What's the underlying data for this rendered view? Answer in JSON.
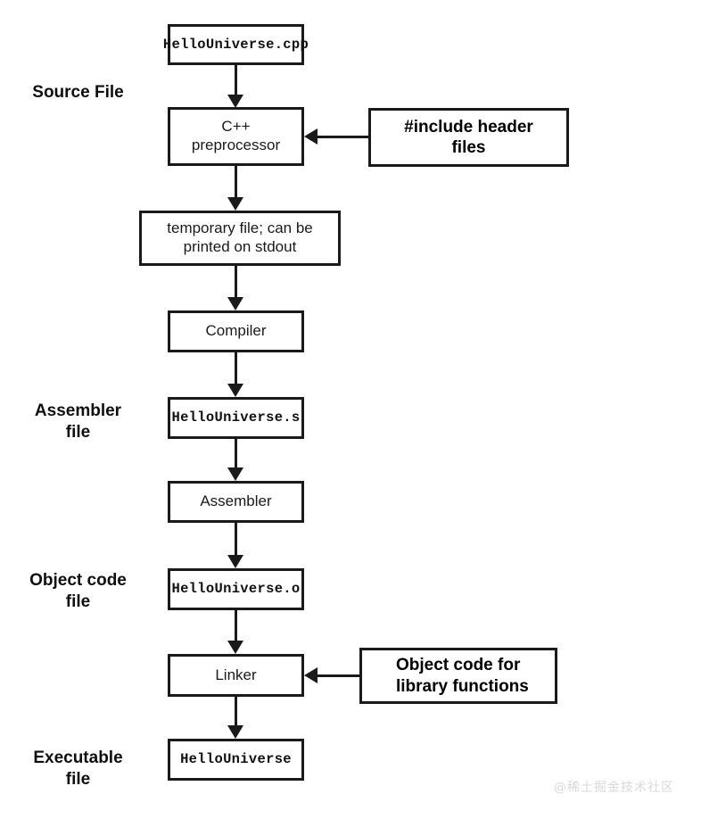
{
  "diagram": {
    "title": "C++ compilation pipeline",
    "background": "#ffffff",
    "stroke_color": "#1a1a1a"
  },
  "stage_labels": [
    {
      "id": "source-file",
      "text": "Source File"
    },
    {
      "id": "assembler-file",
      "text": "Assembler\nfile"
    },
    {
      "id": "object-code-file",
      "text": "Object code\nfile"
    },
    {
      "id": "executable-file",
      "text": "Executable\nfile"
    }
  ],
  "nodes": [
    {
      "id": "hellouniverse-cpp",
      "text": "HelloUniverse.cpp",
      "kind": "file"
    },
    {
      "id": "cpp-preprocessor",
      "text": "C++\npreprocessor",
      "kind": "process"
    },
    {
      "id": "include-header-files",
      "text": "#include header\nfiles",
      "kind": "side-input"
    },
    {
      "id": "temporary-file",
      "text": "temporary file; can be\nprinted on stdout",
      "kind": "process"
    },
    {
      "id": "compiler",
      "text": "Compiler",
      "kind": "process"
    },
    {
      "id": "hellouniverse-s",
      "text": "HelloUniverse.s",
      "kind": "file"
    },
    {
      "id": "assembler",
      "text": "Assembler",
      "kind": "process"
    },
    {
      "id": "hellouniverse-o",
      "text": "HelloUniverse.o",
      "kind": "file"
    },
    {
      "id": "linker",
      "text": "Linker",
      "kind": "process"
    },
    {
      "id": "object-code-library",
      "text": "Object code for\nlibrary functions",
      "kind": "side-input"
    },
    {
      "id": "hellouniverse",
      "text": "HelloUniverse",
      "kind": "file"
    }
  ],
  "edges": [
    {
      "from": "hellouniverse-cpp",
      "to": "cpp-preprocessor",
      "direction": "down"
    },
    {
      "from": "include-header-files",
      "to": "cpp-preprocessor",
      "direction": "left"
    },
    {
      "from": "cpp-preprocessor",
      "to": "temporary-file",
      "direction": "down"
    },
    {
      "from": "temporary-file",
      "to": "compiler",
      "direction": "down"
    },
    {
      "from": "compiler",
      "to": "hellouniverse-s",
      "direction": "down"
    },
    {
      "from": "hellouniverse-s",
      "to": "assembler",
      "direction": "down"
    },
    {
      "from": "assembler",
      "to": "hellouniverse-o",
      "direction": "down"
    },
    {
      "from": "hellouniverse-o",
      "to": "linker",
      "direction": "down"
    },
    {
      "from": "object-code-library",
      "to": "linker",
      "direction": "left"
    },
    {
      "from": "linker",
      "to": "hellouniverse",
      "direction": "down"
    }
  ],
  "watermark": {
    "text": "@稀土掘金技术社区"
  }
}
